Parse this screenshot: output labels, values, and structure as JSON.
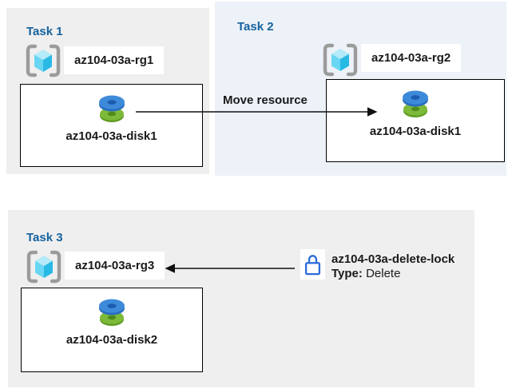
{
  "diagram": {
    "tasks": [
      {
        "title": "Task 1",
        "resource_group": "az104-03a-rg1",
        "resource": "az104-03a-disk1"
      },
      {
        "title": "Task 2",
        "resource_group": "az104-03a-rg2",
        "resource": "az104-03a-disk1"
      },
      {
        "title": "Task 3",
        "resource_group": "az104-03a-rg3",
        "resource": "az104-03a-disk2"
      }
    ],
    "move_arrow_label": "Move resource",
    "lock": {
      "name": "az104-03a-delete-lock",
      "type_label": "Type:",
      "type_value": "Delete"
    }
  },
  "icons": {
    "resource_group": "azure-resource-group-icon (cyan cube in gray brackets)",
    "disk": "azure-managed-disk-icon (blue disc stacked on green disc)",
    "lock": "padlock-outline-icon"
  },
  "colors": {
    "panel_gray": "#f0efef",
    "panel_blue": "#ecf2f8",
    "title_blue": "#15629e",
    "text_dark": "#1a1a1a",
    "box_border": "#000000",
    "arrow_black": "#111111",
    "bracket_gray": "#9b9b9b",
    "cube_top": "#b5eaf8",
    "cube_left": "#69d6f3",
    "cube_right": "#29b9e5",
    "disk_blue_top": "#3e8ada",
    "disk_blue_side": "#2a6fc0",
    "disk_blue_hole": "#1d5cad",
    "disk_green_top": "#7eba3a",
    "disk_green_side": "#619d24",
    "disk_green_hole": "#4e8b1c",
    "lock_blue": "#2b6cd9"
  }
}
